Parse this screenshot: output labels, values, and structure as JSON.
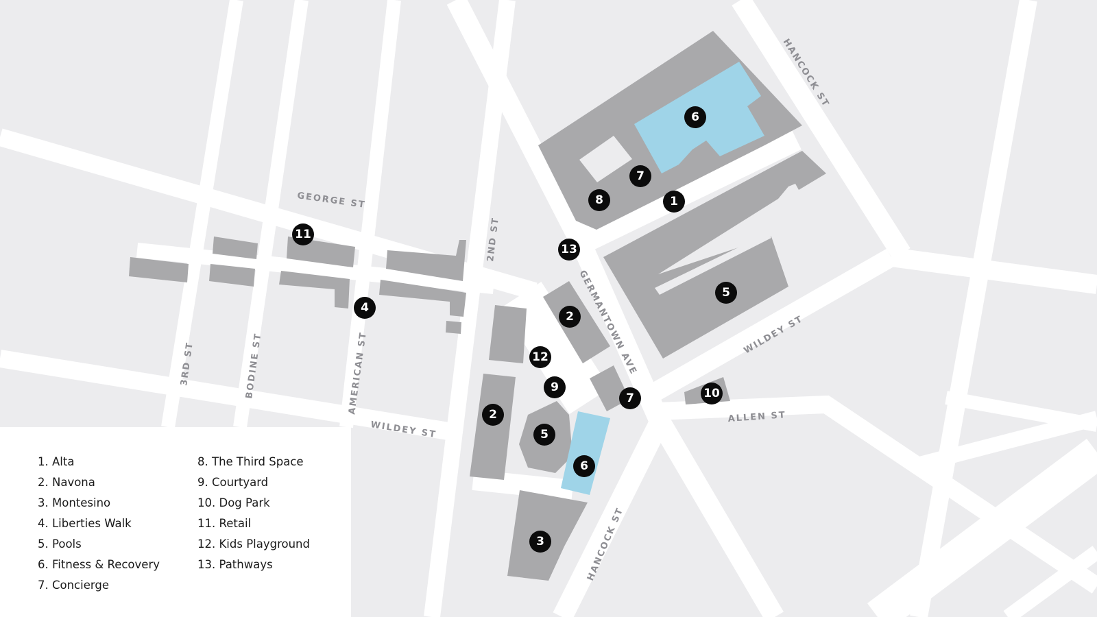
{
  "colors": {
    "background": "#ececee",
    "road": "#ffffff",
    "building": "#a9a9ab",
    "highlight_building": "#9fd4e8",
    "marker": "#0b0b0b",
    "legend_background": "#ffffff"
  },
  "streets": {
    "hancock_st_north": "HANCOCK ST",
    "george_st": "GEORGE ST",
    "second_st": "2ND ST",
    "germantown_ave": "GERMANTOWN AVE",
    "wildey_st_east": "WILDEY ST",
    "allen_st": "ALLEN ST",
    "third_st": "3RD ST",
    "bodine_st": "BODINE ST",
    "american_st": "AMERICAN ST",
    "wildey_st_west": "WILDEY ST",
    "hancock_st_south": "HANCOCK ST"
  },
  "markers": {
    "alta": "1",
    "navona_a": "2",
    "navona_b": "2",
    "montesino": "3",
    "liberties_walk": "4",
    "pools_a": "5",
    "pools_b": "5",
    "fitness_a": "6",
    "fitness_b": "6",
    "concierge_a": "7",
    "concierge_b": "7",
    "third_space": "8",
    "courtyard": "9",
    "dog_park": "10",
    "retail": "11",
    "kids_playground": "12",
    "pathways": "13"
  },
  "legend": {
    "items": [
      "1. Alta",
      "2. Navona",
      "3. Montesino",
      "4. Liberties Walk",
      "5. Pools",
      "6. Fitness & Recovery",
      "7. Concierge",
      "8. The Third Space",
      "9. Courtyard",
      "10. Dog Park",
      "11. Retail",
      "12. Kids Playground",
      "13. Pathways"
    ]
  }
}
